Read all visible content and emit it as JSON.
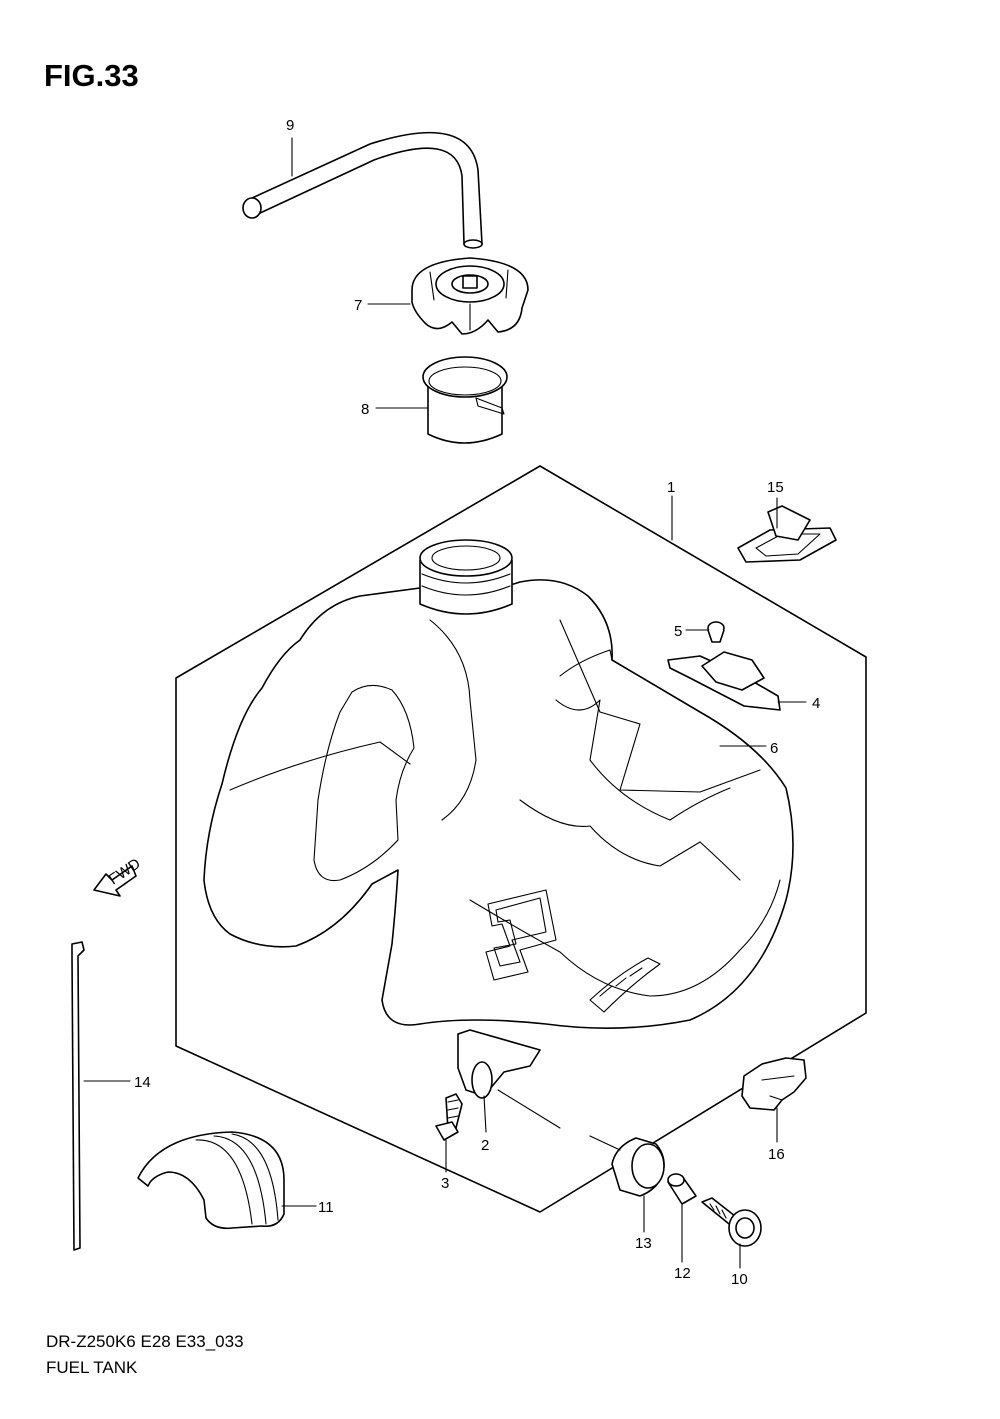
{
  "figure": {
    "title": "FIG.33",
    "model_code": "DR-Z250K6 E28 E33_033",
    "assembly_name": "FUEL TANK",
    "direction_label": "FWD"
  },
  "callouts": [
    {
      "number": "1",
      "part": "fuel-tank"
    },
    {
      "number": "2",
      "part": "tank-bracket"
    },
    {
      "number": "3",
      "part": "bracket-bolt"
    },
    {
      "number": "4",
      "part": "tank-mount-plate"
    },
    {
      "number": "5",
      "part": "plate-screw"
    },
    {
      "number": "6",
      "part": "emblem-decal"
    },
    {
      "number": "7",
      "part": "fuel-cap"
    },
    {
      "number": "8",
      "part": "cap-gasket-ring"
    },
    {
      "number": "9",
      "part": "breather-hose"
    },
    {
      "number": "10",
      "part": "mounting-bolt"
    },
    {
      "number": "11",
      "part": "rubber-cushion"
    },
    {
      "number": "12",
      "part": "spacer-collar"
    },
    {
      "number": "13",
      "part": "rubber-grommet"
    },
    {
      "number": "14",
      "part": "cable-tie"
    },
    {
      "number": "15",
      "part": "hose-clamp"
    },
    {
      "number": "16",
      "part": "rubber-clip"
    }
  ]
}
